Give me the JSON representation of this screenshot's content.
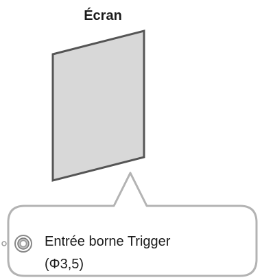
{
  "title": "Écran",
  "callout": {
    "line1": "Entrée borne Trigger",
    "line2": "(Φ3,5)"
  },
  "colors": {
    "screen_fill": "#d8d8d8",
    "screen_stroke": "#555555",
    "callout_stroke": "#b3b3b3",
    "jack_outer": "#888888",
    "jack_inner": "#9a9a9a"
  },
  "icons": {
    "jack": "trigger-jack-icon"
  }
}
